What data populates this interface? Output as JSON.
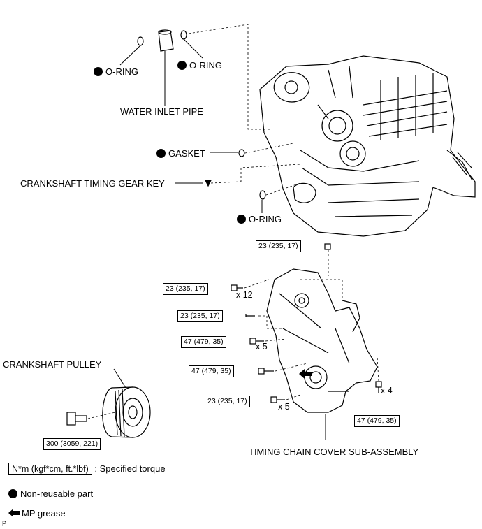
{
  "labels": {
    "o_ring_left": "O-RING",
    "o_ring_right": "O-RING",
    "water_inlet_pipe": "WATER INLET PIPE",
    "gasket": "GASKET",
    "crankshaft_timing_gear_key": "CRANKSHAFT TIMING GEAR KEY",
    "o_ring_lower": "O-RING",
    "crankshaft_pulley": "CRANKSHAFT PULLEY",
    "timing_chain_cover": "TIMING CHAIN COVER SUB-ASSEMBLY"
  },
  "torques": {
    "t1": "23 (235, 17)",
    "t2": "23 (235, 17)",
    "t3": "23 (235, 17)",
    "t4": "47 (479, 35)",
    "t5": "47 (479, 35)",
    "t6": "23 (235, 17)",
    "t7": "47 (479, 35)",
    "t8": "300 (3059, 221)"
  },
  "quantities": {
    "q12": "x 12",
    "q5a": "x 5",
    "q5b": "x 5",
    "q4": "x 4"
  },
  "legend": {
    "torque_unit": "N*m (kgf*cm, ft.*lbf)",
    "torque_text": ": Specified torque",
    "non_reusable": "Non-reusable part",
    "mp_grease": "MP grease"
  },
  "footer_mark": "P"
}
